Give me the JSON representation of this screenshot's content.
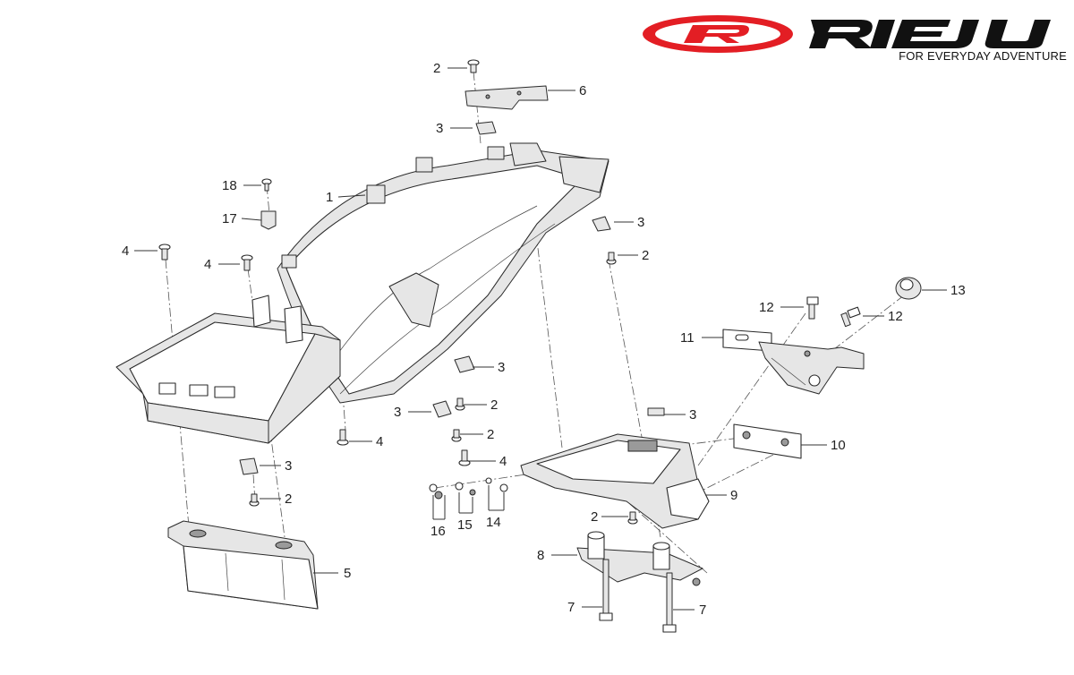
{
  "brand": {
    "name": "RIEJU",
    "tagline": "FOR EVERYDAY ADVENTURE",
    "colors": {
      "red": "#e31e24",
      "black": "#111111"
    }
  },
  "callouts": [
    {
      "id": "c-2a",
      "label": "2"
    },
    {
      "id": "c-6",
      "label": "6"
    },
    {
      "id": "c-3a",
      "label": "3"
    },
    {
      "id": "c-18",
      "label": "18"
    },
    {
      "id": "c-1",
      "label": "1"
    },
    {
      "id": "c-17",
      "label": "17"
    },
    {
      "id": "c-3b",
      "label": "3"
    },
    {
      "id": "c-4a",
      "label": "4"
    },
    {
      "id": "c-4b",
      "label": "4"
    },
    {
      "id": "c-2b",
      "label": "2"
    },
    {
      "id": "c-13",
      "label": "13"
    },
    {
      "id": "c-12a",
      "label": "12"
    },
    {
      "id": "c-12b",
      "label": "12"
    },
    {
      "id": "c-11",
      "label": "11"
    },
    {
      "id": "c-3c",
      "label": "3"
    },
    {
      "id": "c-2c",
      "label": "2"
    },
    {
      "id": "c-3d",
      "label": "3"
    },
    {
      "id": "c-3e",
      "label": "3"
    },
    {
      "id": "c-2d",
      "label": "2"
    },
    {
      "id": "c-4c",
      "label": "4"
    },
    {
      "id": "c-10",
      "label": "10"
    },
    {
      "id": "c-3f",
      "label": "3"
    },
    {
      "id": "c-4d",
      "label": "4"
    },
    {
      "id": "c-2e",
      "label": "2"
    },
    {
      "id": "c-9",
      "label": "9"
    },
    {
      "id": "c-16",
      "label": "16"
    },
    {
      "id": "c-15",
      "label": "15"
    },
    {
      "id": "c-14",
      "label": "14"
    },
    {
      "id": "c-2f",
      "label": "2"
    },
    {
      "id": "c-8",
      "label": "8"
    },
    {
      "id": "c-5",
      "label": "5"
    },
    {
      "id": "c-7a",
      "label": "7"
    },
    {
      "id": "c-7b",
      "label": "7"
    }
  ]
}
